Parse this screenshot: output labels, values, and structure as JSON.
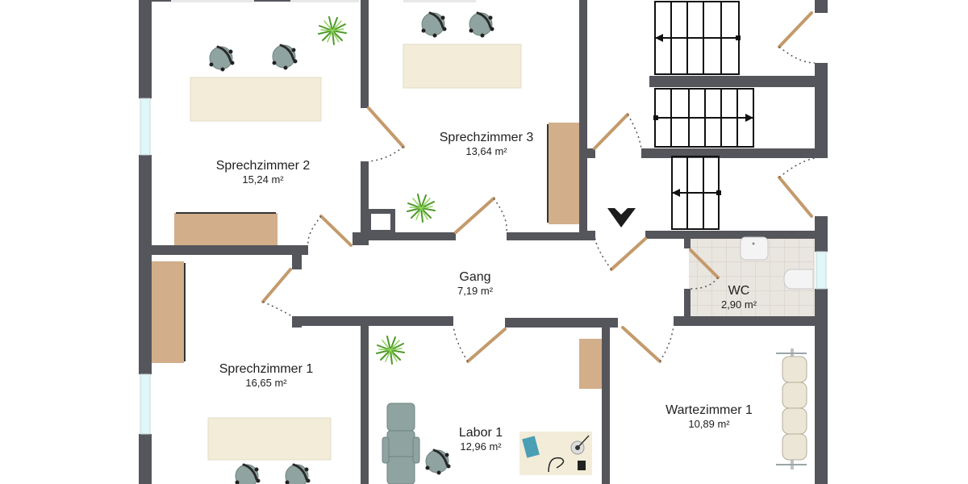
{
  "plan": {
    "wall_color": "#55565b",
    "floor_color": "#ffffff",
    "tile_color": "#e7e3dd",
    "door_color": "#c49a6c",
    "desk_color": "#f2ecd9",
    "cabinet_color": "#d2ae8a",
    "chair_color": "#8fa3a0",
    "plant_color": "#5aa832",
    "window_color": "#dff7f9"
  },
  "rooms": [
    {
      "id": "sprechzimmer-2",
      "name": "Sprechzimmer 2",
      "area": "15,24 m²"
    },
    {
      "id": "sprechzimmer-3",
      "name": "Sprechzimmer 3",
      "area": "13,64 m²"
    },
    {
      "id": "gang",
      "name": "Gang",
      "area": "7,19 m²"
    },
    {
      "id": "wc",
      "name": "WC",
      "area": "2,90 m²"
    },
    {
      "id": "sprechzimmer-1",
      "name": "Sprechzimmer 1",
      "area": "16,65 m²"
    },
    {
      "id": "labor-1",
      "name": "Labor 1",
      "area": "12,96 m²"
    },
    {
      "id": "wartezimmer-1",
      "name": "Wartezimmer 1",
      "area": "10,89 m²"
    }
  ]
}
